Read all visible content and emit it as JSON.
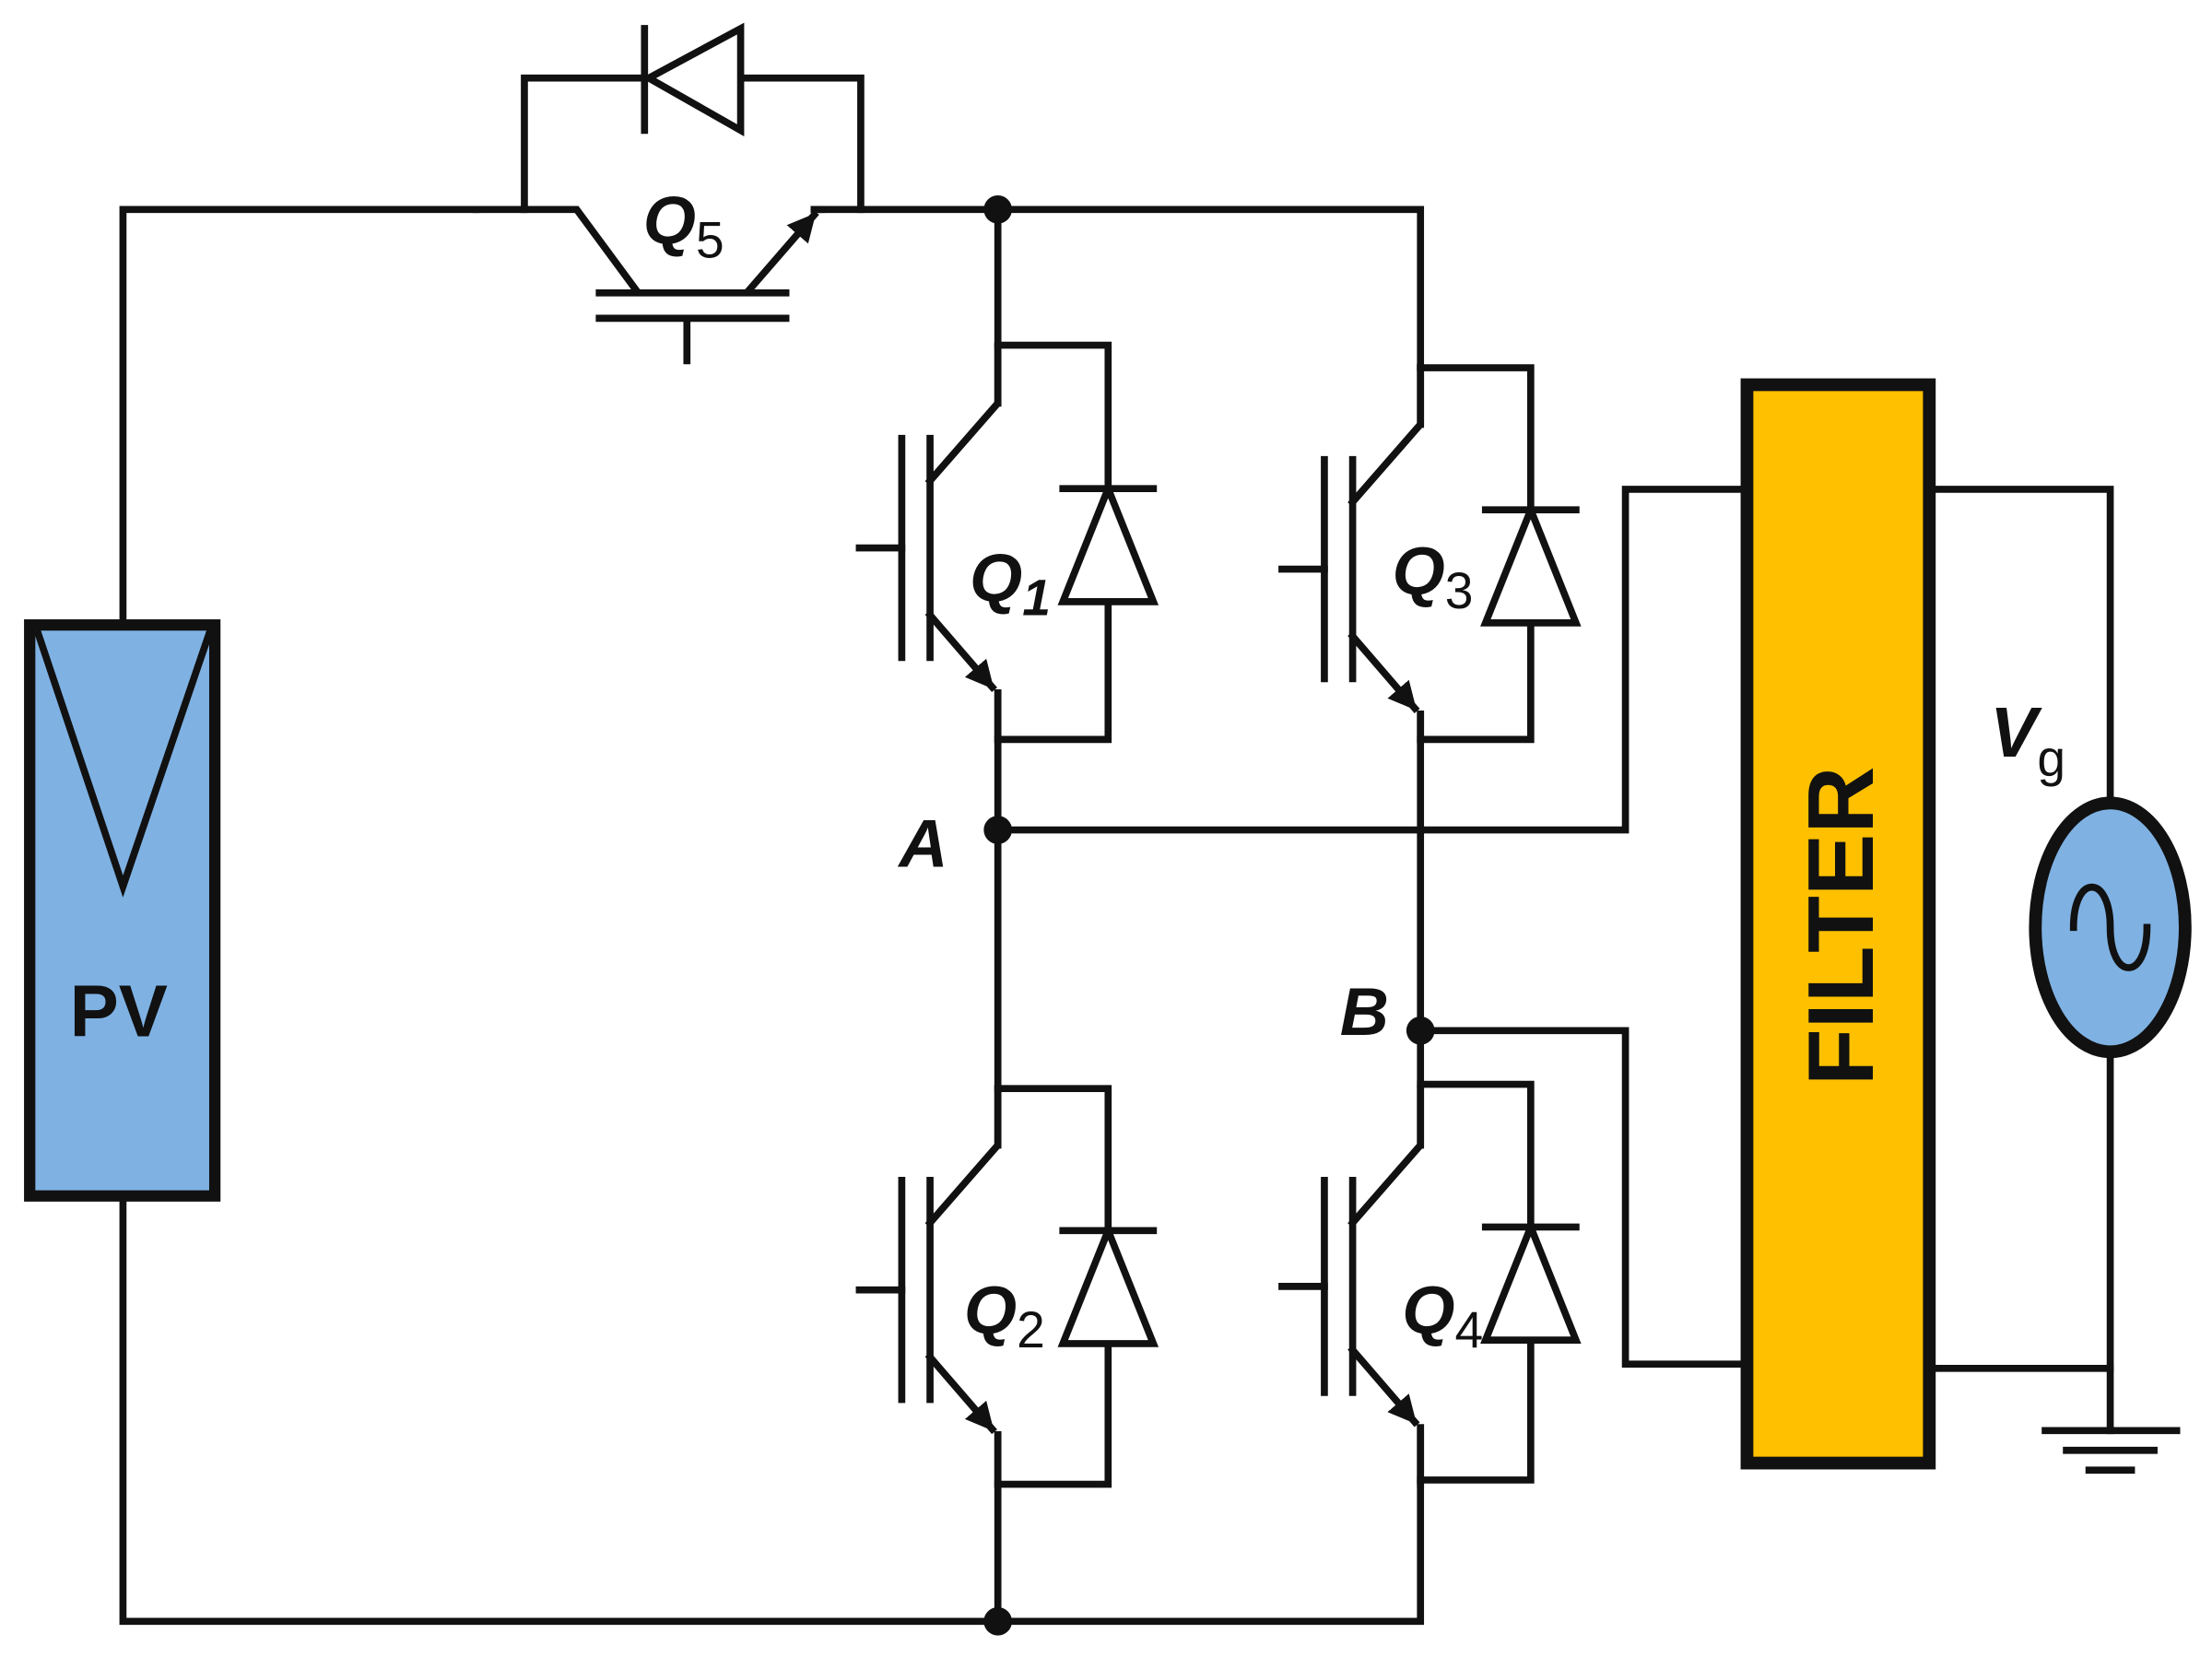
{
  "pv": {
    "label": "PV",
    "fill": "#7fb2e3"
  },
  "filter": {
    "label": "FILTER",
    "fill": "#ffc000"
  },
  "source": {
    "symbol": "V",
    "subscript": "g",
    "fill": "#7fb2e3"
  },
  "switches": [
    {
      "id": "q1",
      "symbol": "Q",
      "subscript": "1"
    },
    {
      "id": "q2",
      "symbol": "Q",
      "subscript": "2"
    },
    {
      "id": "q3",
      "symbol": "Q",
      "subscript": "3"
    },
    {
      "id": "q4",
      "symbol": "Q",
      "subscript": "4"
    },
    {
      "id": "q5",
      "symbol": "Q",
      "subscript": "5"
    }
  ],
  "nodes": {
    "a": "A",
    "b": "B"
  }
}
